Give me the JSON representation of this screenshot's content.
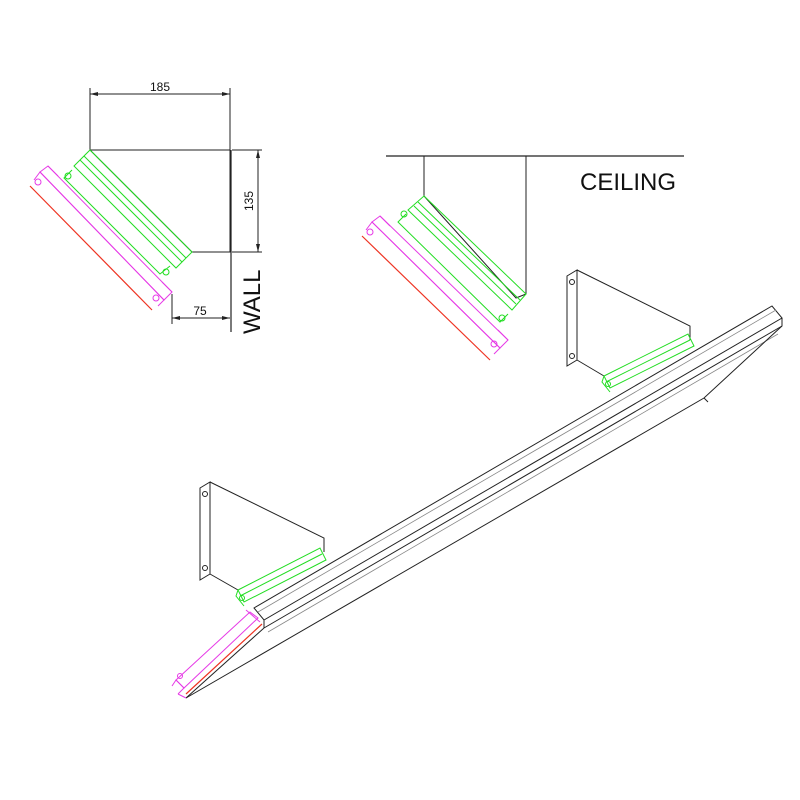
{
  "dimensions": {
    "width_label": "185",
    "height_label": "135",
    "offset_label": "75"
  },
  "labels": {
    "wall": "WALL",
    "ceiling": "CEILING"
  },
  "colors": {
    "outline": "#222222",
    "bracket_green": "#22dd22",
    "panel_magenta": "#e63ae6",
    "panel_edge_red": "#ee3322"
  }
}
